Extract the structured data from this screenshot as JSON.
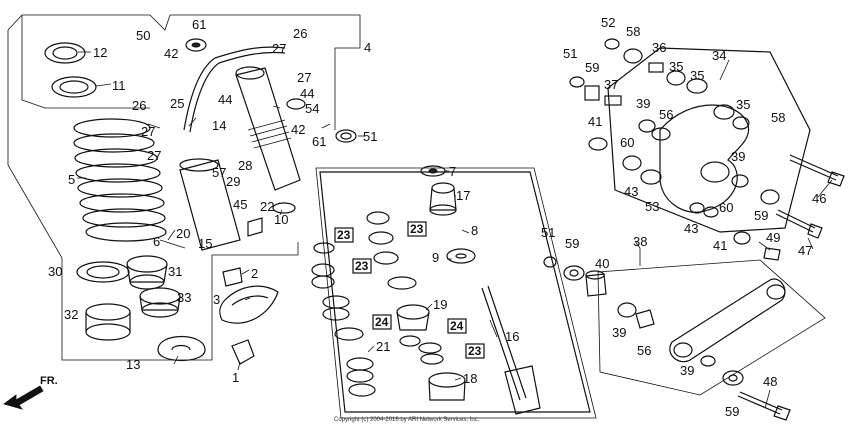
{
  "copyright": "Copyright (c) 2004-2016 by ARI Network Services, Inc.",
  "fr_label": "FR.",
  "callouts": [
    {
      "id": "c1",
      "text": "1"
    },
    {
      "id": "c2",
      "text": "2"
    },
    {
      "id": "c3",
      "text": "3"
    },
    {
      "id": "c4",
      "text": "4"
    },
    {
      "id": "c5",
      "text": "5"
    },
    {
      "id": "c6",
      "text": "6"
    },
    {
      "id": "c7",
      "text": "7"
    },
    {
      "id": "c8",
      "text": "8"
    },
    {
      "id": "c9",
      "text": "9"
    },
    {
      "id": "c10",
      "text": "10"
    },
    {
      "id": "c11",
      "text": "11"
    },
    {
      "id": "c12",
      "text": "12"
    },
    {
      "id": "c13",
      "text": "13"
    },
    {
      "id": "c14",
      "text": "14"
    },
    {
      "id": "c15",
      "text": "15"
    },
    {
      "id": "c16",
      "text": "16"
    },
    {
      "id": "c17",
      "text": "17"
    },
    {
      "id": "c18",
      "text": "18"
    },
    {
      "id": "c19",
      "text": "19"
    },
    {
      "id": "c20",
      "text": "20"
    },
    {
      "id": "c21",
      "text": "21"
    },
    {
      "id": "c22",
      "text": "22"
    },
    {
      "id": "c25",
      "text": "25"
    },
    {
      "id": "c26a",
      "text": "26"
    },
    {
      "id": "c26b",
      "text": "26"
    },
    {
      "id": "c27a",
      "text": "27"
    },
    {
      "id": "c27b",
      "text": "27"
    },
    {
      "id": "c27c",
      "text": "27"
    },
    {
      "id": "c27d",
      "text": "27"
    },
    {
      "id": "c28",
      "text": "28"
    },
    {
      "id": "c29",
      "text": "29"
    },
    {
      "id": "c30",
      "text": "30"
    },
    {
      "id": "c31",
      "text": "31"
    },
    {
      "id": "c32",
      "text": "32"
    },
    {
      "id": "c33",
      "text": "33"
    },
    {
      "id": "c34",
      "text": "34"
    },
    {
      "id": "c35a",
      "text": "35"
    },
    {
      "id": "c35b",
      "text": "35"
    },
    {
      "id": "c35c",
      "text": "35"
    },
    {
      "id": "c36",
      "text": "36"
    },
    {
      "id": "c37",
      "text": "37"
    },
    {
      "id": "c38",
      "text": "38"
    },
    {
      "id": "c39a",
      "text": "39"
    },
    {
      "id": "c39b",
      "text": "39"
    },
    {
      "id": "c39c",
      "text": "39"
    },
    {
      "id": "c39d",
      "text": "39"
    },
    {
      "id": "c40",
      "text": "40"
    },
    {
      "id": "c41a",
      "text": "41"
    },
    {
      "id": "c41b",
      "text": "41"
    },
    {
      "id": "c42a",
      "text": "42"
    },
    {
      "id": "c42b",
      "text": "42"
    },
    {
      "id": "c43a",
      "text": "43"
    },
    {
      "id": "c43b",
      "text": "43"
    },
    {
      "id": "c44a",
      "text": "44"
    },
    {
      "id": "c44b",
      "text": "44"
    },
    {
      "id": "c45",
      "text": "45"
    },
    {
      "id": "c46",
      "text": "46"
    },
    {
      "id": "c47",
      "text": "47"
    },
    {
      "id": "c48",
      "text": "48"
    },
    {
      "id": "c49",
      "text": "49"
    },
    {
      "id": "c50",
      "text": "50"
    },
    {
      "id": "c51a",
      "text": "51"
    },
    {
      "id": "c51b",
      "text": "51"
    },
    {
      "id": "c51c",
      "text": "51"
    },
    {
      "id": "c52",
      "text": "52"
    },
    {
      "id": "c53",
      "text": "53"
    },
    {
      "id": "c54",
      "text": "54"
    },
    {
      "id": "c56a",
      "text": "56"
    },
    {
      "id": "c56b",
      "text": "56"
    },
    {
      "id": "c57",
      "text": "57"
    },
    {
      "id": "c58a",
      "text": "58"
    },
    {
      "id": "c58b",
      "text": "58"
    },
    {
      "id": "c59a",
      "text": "59"
    },
    {
      "id": "c59b",
      "text": "59"
    },
    {
      "id": "c59c",
      "text": "59"
    },
    {
      "id": "c59d",
      "text": "59"
    },
    {
      "id": "c60a",
      "text": "60"
    },
    {
      "id": "c60b",
      "text": "60"
    },
    {
      "id": "c61a",
      "text": "61"
    },
    {
      "id": "c61b",
      "text": "61"
    }
  ],
  "boxed_callouts": [
    {
      "id": "b23a",
      "text": "23"
    },
    {
      "id": "b23b",
      "text": "23"
    },
    {
      "id": "b23c",
      "text": "23"
    },
    {
      "id": "b23d",
      "text": "23"
    },
    {
      "id": "b24a",
      "text": "24"
    },
    {
      "id": "b24b",
      "text": "24"
    }
  ]
}
